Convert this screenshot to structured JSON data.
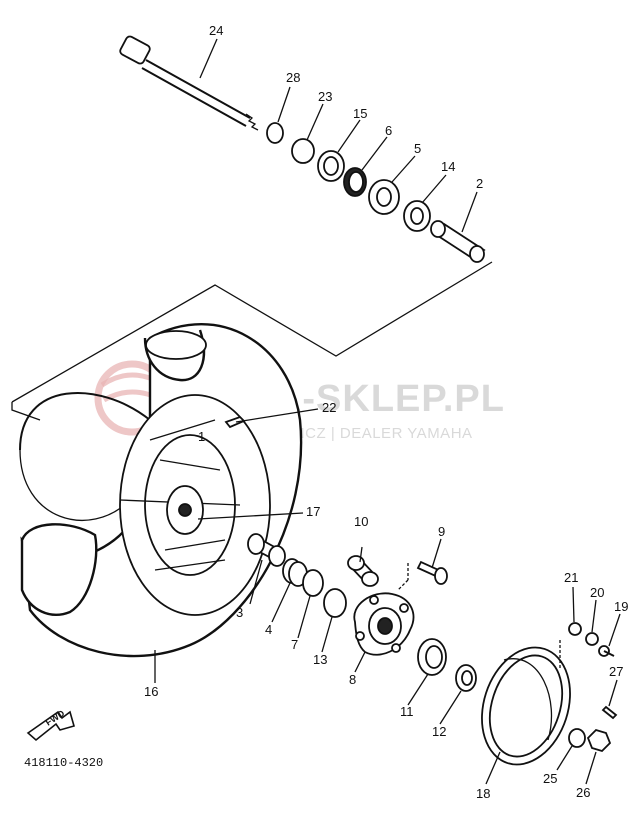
{
  "watermark": {
    "main": "YAMA-SKLEP.PL",
    "sub": "WOJTECHOWICZ | DEALER YAMAHA",
    "logo_color": "#e8b4b4"
  },
  "diagram_code": "418110-4320",
  "front_arrow_label": "FWD",
  "callouts": [
    {
      "label": "24"
    },
    {
      "label": "28"
    },
    {
      "label": "23"
    },
    {
      "label": "15"
    },
    {
      "label": "6"
    },
    {
      "label": "5"
    },
    {
      "label": "14"
    },
    {
      "label": "2"
    },
    {
      "label": "22"
    },
    {
      "label": "1"
    },
    {
      "label": "17"
    },
    {
      "label": "10"
    },
    {
      "label": "9"
    },
    {
      "label": "21"
    },
    {
      "label": "20"
    },
    {
      "label": "19"
    },
    {
      "label": "27"
    },
    {
      "label": "3"
    },
    {
      "label": "4"
    },
    {
      "label": "7"
    },
    {
      "label": "13"
    },
    {
      "label": "8"
    },
    {
      "label": "11"
    },
    {
      "label": "12"
    },
    {
      "label": "16"
    },
    {
      "label": "18"
    },
    {
      "label": "25"
    },
    {
      "label": "26"
    }
  ]
}
